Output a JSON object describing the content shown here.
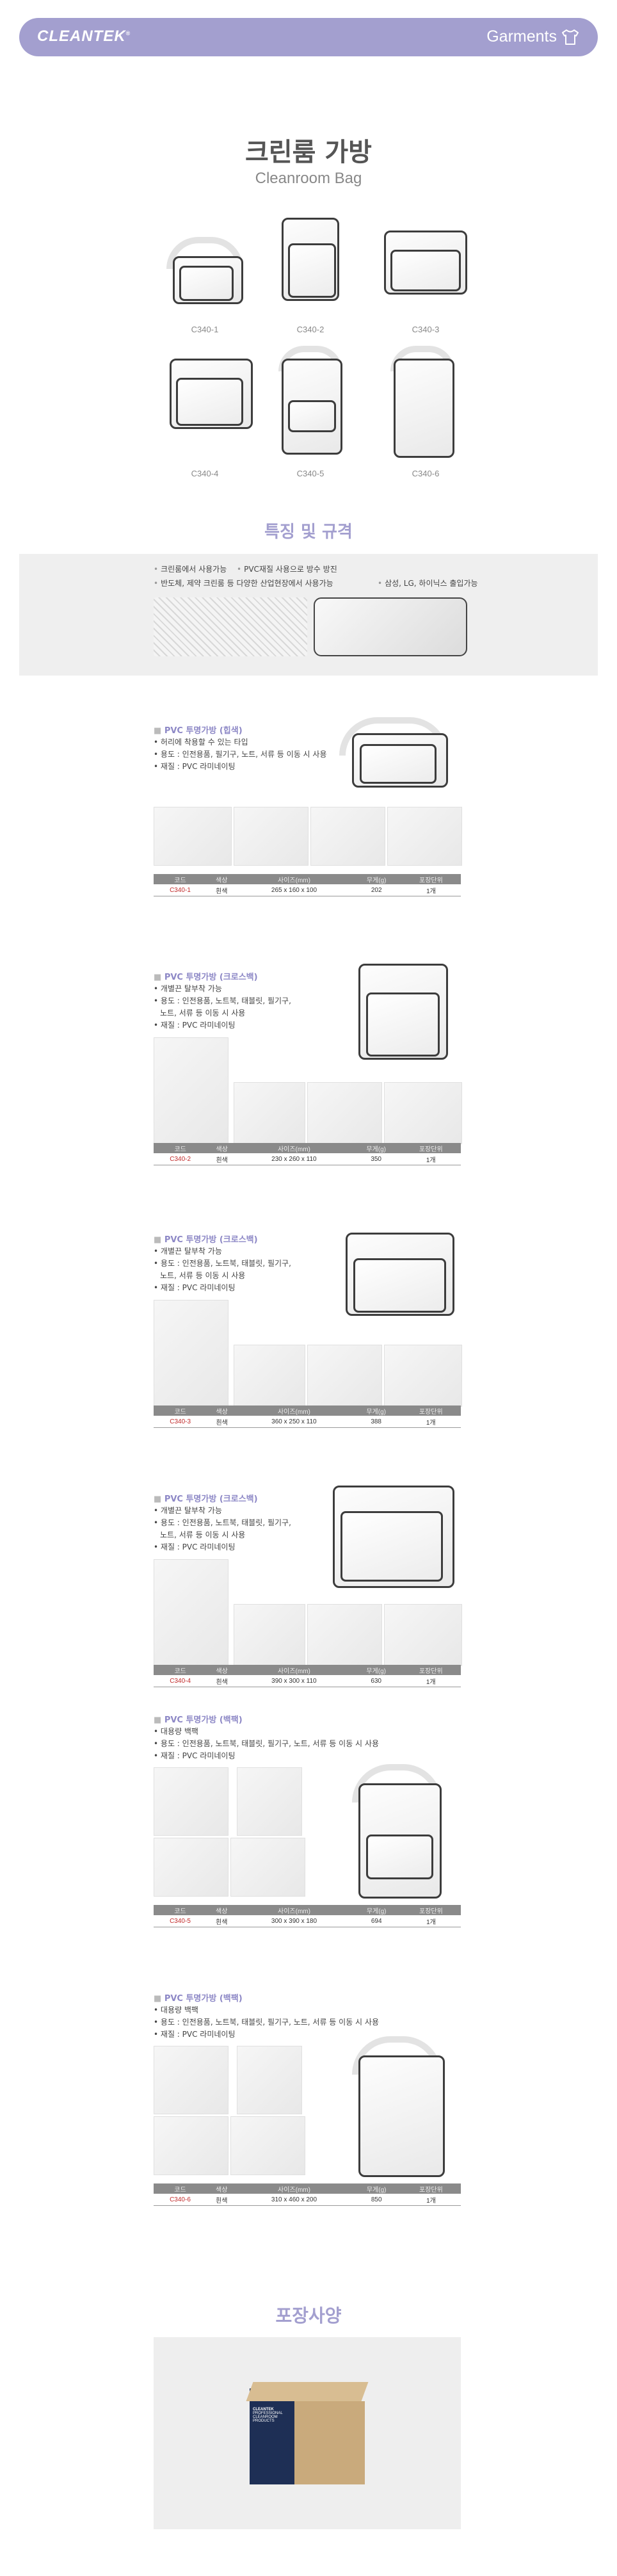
{
  "header": {
    "logo": "CLEANTEK",
    "logo_mark": "®",
    "right_label": "Garments"
  },
  "title": {
    "kr": "크린룸 가방",
    "en": "Cleanroom Bag"
  },
  "overview": {
    "captions": [
      "C340-1",
      "C340-2",
      "C340-3",
      "C340-4",
      "C340-5",
      "C340-6"
    ]
  },
  "features": {
    "title": "특징 및 규격",
    "items": [
      "크린룸에서 사용가능",
      "PVC재질 사용으로 방수 방진",
      "반도체, 제약 크린룸 등 다양한 산업현장에서 사용가능",
      "삼성, LG, 하이닉스 출입가능"
    ]
  },
  "table_headers": [
    "코드",
    "색상",
    "사이즈(mm)",
    "무게(g)",
    "포장단위"
  ],
  "products": [
    {
      "heading": "PVC 투명가방 (힙색)",
      "lines": [
        "허리에 착용할 수 있는 타입",
        "용도 : 인전용품, 필기구, 노트, 서류 등 이동 시 사용",
        "재질 : PVC 라미네이팅"
      ],
      "code": "C340-1",
      "color": "흰색",
      "size": "265 x 160 x 100",
      "weight": "202",
      "unit": "1개"
    },
    {
      "heading": "PVC 투명가방 (크로스백)",
      "lines": [
        "개별끈 탈부착 가능",
        "용도 : 인전용품, 노트북, 태블릿, 필기구,",
        "노트, 서류 등 이동 시 사용",
        "재질 : PVC 라미네이팅"
      ],
      "code": "C340-2",
      "color": "흰색",
      "size": "230 x 260 x 110",
      "weight": "350",
      "unit": "1개"
    },
    {
      "heading": "PVC 투명가방 (크로스백)",
      "lines": [
        "개별끈 탈부착 가능",
        "용도 : 인전용품, 노트북, 태블릿, 필기구,",
        "노트, 서류 등 이동 시 사용",
        "재질 : PVC 라미네이팅"
      ],
      "code": "C340-3",
      "color": "흰색",
      "size": "360 x 250 x 110",
      "weight": "388",
      "unit": "1개"
    },
    {
      "heading": "PVC 투명가방 (크로스백)",
      "lines": [
        "개별끈 탈부착 가능",
        "용도 : 인전용품, 노트북, 태블릿, 필기구,",
        "노트, 서류 등 이동 시 사용",
        "재질 : PVC 라미네이팅"
      ],
      "code": "C340-4",
      "color": "흰색",
      "size": "390 x 300 x 110",
      "weight": "630",
      "unit": "1개"
    },
    {
      "heading": "PVC 투명가방 (백팩)",
      "lines": [
        "대용량 백팩",
        "용도 : 인전용품, 노트북, 태블릿, 필기구, 노트, 서류 등 이동 시 사용",
        "재질 : PVC 라미네이팅"
      ],
      "code": "C340-5",
      "color": "흰색",
      "size": "300 x 390 x 180",
      "weight": "694",
      "unit": "1개"
    },
    {
      "heading": "PVC 투명가방 (백팩)",
      "lines": [
        "대용량 백팩",
        "용도 : 인전용품, 노트북, 태블릿, 필기구, 노트, 서류 등 이동 시 사용",
        "재질 : PVC 라미네이팅"
      ],
      "code": "C340-6",
      "color": "흰색",
      "size": "310 x 460 x 200",
      "weight": "850",
      "unit": "1개"
    }
  ],
  "packaging": {
    "title": "포장사양",
    "box_brand": "CLEANTEK",
    "box_label": "PROFESSIONAL CLEANROOM PRODUCTS"
  },
  "colors": {
    "accent": "#a39fcf",
    "code_red": "#c12b2b",
    "table_header": "#8a8a8a"
  }
}
